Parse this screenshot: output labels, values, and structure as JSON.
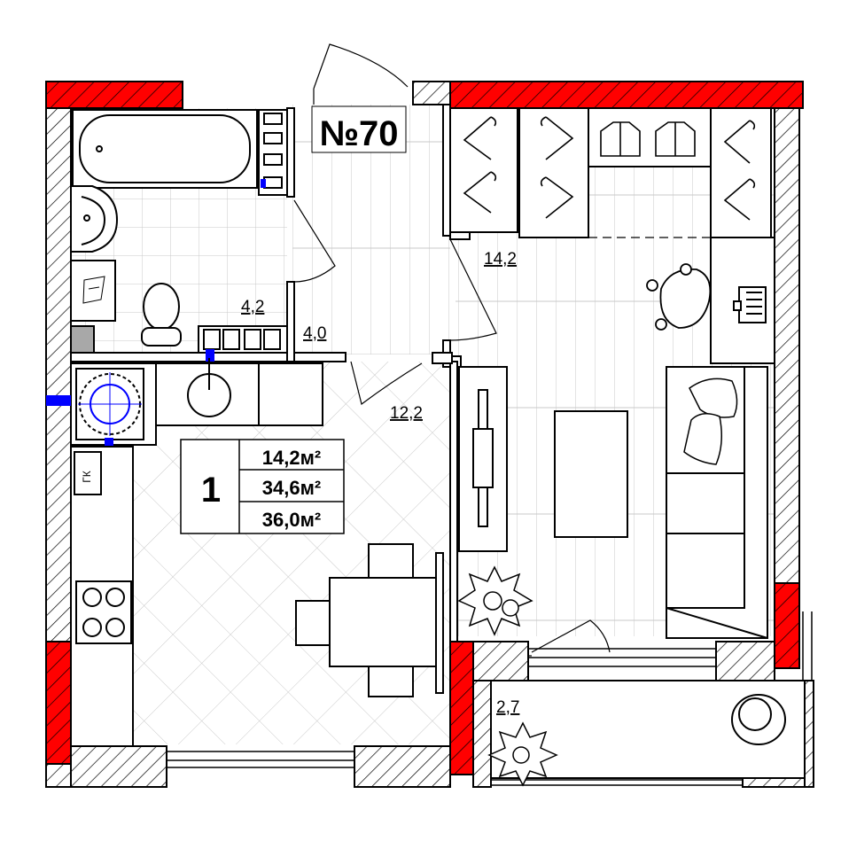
{
  "apartment": {
    "number": "№70",
    "rooms": "1"
  },
  "summary": {
    "living_area": "14,2м²",
    "total_area": "34,6м²",
    "total_area_with_balcony": "36,0м²"
  },
  "room_areas": {
    "bedroom": "14,2",
    "bathroom": "4,2",
    "hallway": "4,0",
    "kitchen": "12,2",
    "balcony": "2,7"
  },
  "labels": {
    "gas_riser": "ГК"
  },
  "colors": {
    "load_bearing_wall": "#ff0000",
    "utility_marker": "#0000ff",
    "wall_outline": "#000000"
  }
}
